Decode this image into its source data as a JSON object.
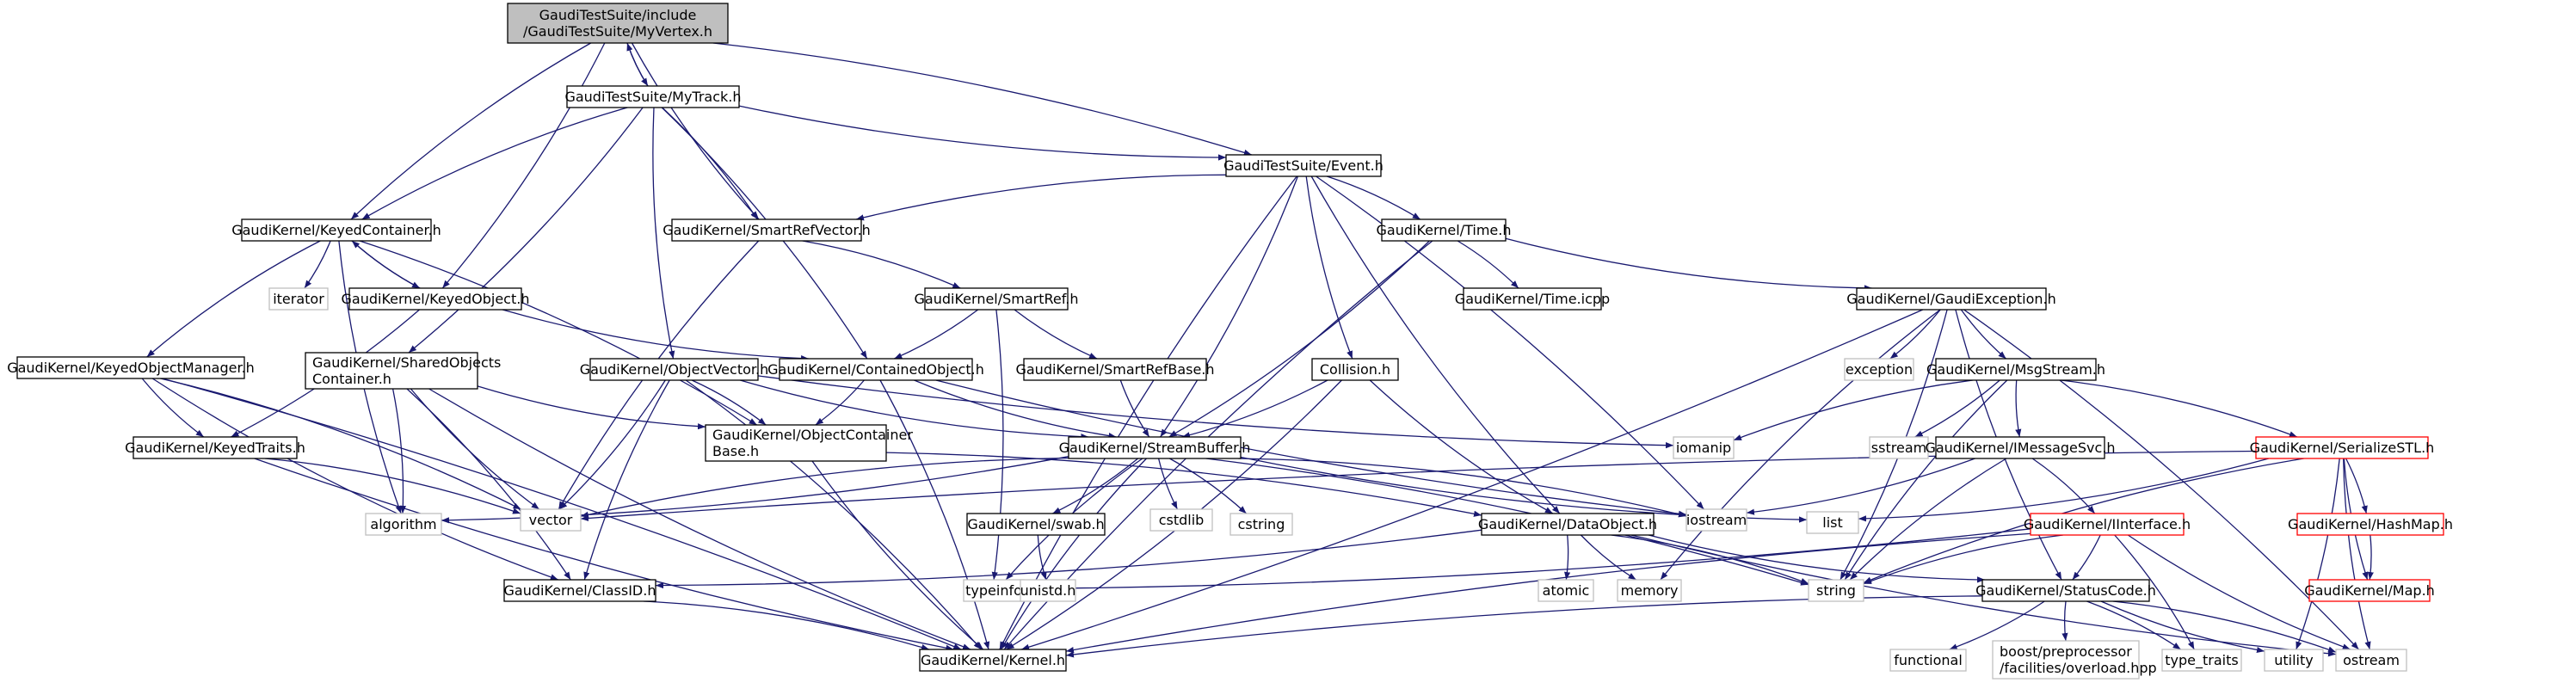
{
  "graph": {
    "nodes": [
      {
        "id": "myvertex",
        "lines": [
          "GaudiTestSuite/include",
          "/GaudiTestSuite/MyVertex.h"
        ],
        "style": "root"
      },
      {
        "id": "mytrack",
        "lines": [
          "GaudiTestSuite/MyTrack.h"
        ],
        "style": "normal"
      },
      {
        "id": "event",
        "lines": [
          "GaudiTestSuite/Event.h"
        ],
        "style": "normal"
      },
      {
        "id": "keyedcontainer",
        "lines": [
          "GaudiKernel/KeyedContainer.h"
        ],
        "style": "normal"
      },
      {
        "id": "smartrefvector",
        "lines": [
          "GaudiKernel/SmartRefVector.h"
        ],
        "style": "normal"
      },
      {
        "id": "time",
        "lines": [
          "GaudiKernel/Time.h"
        ],
        "style": "normal"
      },
      {
        "id": "iterator",
        "lines": [
          "iterator"
        ],
        "style": "external"
      },
      {
        "id": "keyedobject",
        "lines": [
          "GaudiKernel/KeyedObject.h"
        ],
        "style": "normal"
      },
      {
        "id": "smartref",
        "lines": [
          "GaudiKernel/SmartRef.h"
        ],
        "style": "normal"
      },
      {
        "id": "timeicpp",
        "lines": [
          "GaudiKernel/Time.icpp"
        ],
        "style": "normal"
      },
      {
        "id": "gaudiexception",
        "lines": [
          "GaudiKernel/GaudiException.h"
        ],
        "style": "normal"
      },
      {
        "id": "keyedobjectmanager",
        "lines": [
          "GaudiKernel/KeyedObjectManager.h"
        ],
        "style": "normal"
      },
      {
        "id": "sharedobjects",
        "lines": [
          "GaudiKernel/SharedObjects",
          "Container.h"
        ],
        "style": "normal"
      },
      {
        "id": "objectvector",
        "lines": [
          "GaudiKernel/ObjectVector.h"
        ],
        "style": "normal"
      },
      {
        "id": "containedobject",
        "lines": [
          "GaudiKernel/ContainedObject.h"
        ],
        "style": "normal"
      },
      {
        "id": "smartrefbase",
        "lines": [
          "GaudiKernel/SmartRefBase.h"
        ],
        "style": "normal"
      },
      {
        "id": "collision",
        "lines": [
          "Collision.h"
        ],
        "style": "normal"
      },
      {
        "id": "exception",
        "lines": [
          "exception"
        ],
        "style": "external"
      },
      {
        "id": "msgstream",
        "lines": [
          "GaudiKernel/MsgStream.h"
        ],
        "style": "normal"
      },
      {
        "id": "keyedtraits",
        "lines": [
          "GaudiKernel/KeyedTraits.h"
        ],
        "style": "normal"
      },
      {
        "id": "objectcontainerbase",
        "lines": [
          "GaudiKernel/ObjectContainer",
          "Base.h"
        ],
        "style": "normal"
      },
      {
        "id": "streambuffer",
        "lines": [
          "GaudiKernel/StreamBuffer.h"
        ],
        "style": "normal"
      },
      {
        "id": "iomanip",
        "lines": [
          "iomanip"
        ],
        "style": "external"
      },
      {
        "id": "sstream",
        "lines": [
          "sstream"
        ],
        "style": "external"
      },
      {
        "id": "imessagesvc",
        "lines": [
          "GaudiKernel/IMessageSvc.h"
        ],
        "style": "normal"
      },
      {
        "id": "serializestl",
        "lines": [
          "GaudiKernel/SerializeSTL.h"
        ],
        "style": "red"
      },
      {
        "id": "algorithm",
        "lines": [
          "algorithm"
        ],
        "style": "external"
      },
      {
        "id": "vector",
        "lines": [
          "vector"
        ],
        "style": "external"
      },
      {
        "id": "swab",
        "lines": [
          "GaudiKernel/swab.h"
        ],
        "style": "normal"
      },
      {
        "id": "cstdlib",
        "lines": [
          "cstdlib"
        ],
        "style": "external"
      },
      {
        "id": "cstring",
        "lines": [
          "cstring"
        ],
        "style": "external"
      },
      {
        "id": "dataobject",
        "lines": [
          "GaudiKernel/DataObject.h"
        ],
        "style": "normal"
      },
      {
        "id": "iostream",
        "lines": [
          "iostream"
        ],
        "style": "external"
      },
      {
        "id": "list",
        "lines": [
          "list"
        ],
        "style": "external"
      },
      {
        "id": "iinterface",
        "lines": [
          "GaudiKernel/IInterface.h"
        ],
        "style": "red"
      },
      {
        "id": "hashmap",
        "lines": [
          "GaudiKernel/HashMap.h"
        ],
        "style": "red"
      },
      {
        "id": "classid",
        "lines": [
          "GaudiKernel/ClassID.h"
        ],
        "style": "normal"
      },
      {
        "id": "typeinfo",
        "lines": [
          "typeinfo"
        ],
        "style": "external"
      },
      {
        "id": "unistd",
        "lines": [
          "unistd.h"
        ],
        "style": "external"
      },
      {
        "id": "atomic",
        "lines": [
          "atomic"
        ],
        "style": "external"
      },
      {
        "id": "memory",
        "lines": [
          "memory"
        ],
        "style": "external"
      },
      {
        "id": "string",
        "lines": [
          "string"
        ],
        "style": "external"
      },
      {
        "id": "statuscode",
        "lines": [
          "GaudiKernel/StatusCode.h"
        ],
        "style": "normal"
      },
      {
        "id": "map",
        "lines": [
          "GaudiKernel/Map.h"
        ],
        "style": "red"
      },
      {
        "id": "kernel",
        "lines": [
          "GaudiKernel/Kernel.h"
        ],
        "style": "normal"
      },
      {
        "id": "functional",
        "lines": [
          "functional"
        ],
        "style": "external"
      },
      {
        "id": "overload",
        "lines": [
          "boost/preprocessor",
          "/facilities/overload.hpp"
        ],
        "style": "external"
      },
      {
        "id": "typetraits",
        "lines": [
          "type_traits"
        ],
        "style": "external"
      },
      {
        "id": "utility",
        "lines": [
          "utility"
        ],
        "style": "external"
      },
      {
        "id": "ostream",
        "lines": [
          "ostream"
        ],
        "style": "external"
      }
    ],
    "edges": [
      [
        "myvertex",
        "mytrack"
      ],
      [
        "mytrack",
        "myvertex"
      ],
      [
        "myvertex",
        "keyedcontainer"
      ],
      [
        "myvertex",
        "keyedobject"
      ],
      [
        "myvertex",
        "smartrefvector"
      ],
      [
        "myvertex",
        "event"
      ],
      [
        "mytrack",
        "keyedcontainer"
      ],
      [
        "mytrack",
        "smartrefvector"
      ],
      [
        "mytrack",
        "event"
      ],
      [
        "mytrack",
        "sharedobjects"
      ],
      [
        "mytrack",
        "objectvector"
      ],
      [
        "mytrack",
        "containedobject"
      ],
      [
        "event",
        "smartrefvector"
      ],
      [
        "event",
        "time"
      ],
      [
        "event",
        "collision"
      ],
      [
        "event",
        "streambuffer"
      ],
      [
        "event",
        "dataobject"
      ],
      [
        "event",
        "iostream"
      ],
      [
        "event",
        "kernel"
      ],
      [
        "keyedcontainer",
        "iterator"
      ],
      [
        "keyedcontainer",
        "keyedobject"
      ],
      [
        "keyedobject",
        "keyedcontainer"
      ],
      [
        "keyedcontainer",
        "keyedobjectmanager"
      ],
      [
        "keyedcontainer",
        "objectcontainerbase"
      ],
      [
        "keyedcontainer",
        "algorithm"
      ],
      [
        "keyedobject",
        "keyedtraits"
      ],
      [
        "keyedobject",
        "containedobject"
      ],
      [
        "smartrefvector",
        "smartref"
      ],
      [
        "smartrefvector",
        "vector"
      ],
      [
        "smartref",
        "containedobject"
      ],
      [
        "smartref",
        "smartrefbase"
      ],
      [
        "smartref",
        "typeinfo"
      ],
      [
        "smartrefbase",
        "streambuffer"
      ],
      [
        "time",
        "timeicpp"
      ],
      [
        "time",
        "gaudiexception"
      ],
      [
        "time",
        "streambuffer"
      ],
      [
        "time",
        "kernel"
      ],
      [
        "gaudiexception",
        "exception"
      ],
      [
        "gaudiexception",
        "msgstream"
      ],
      [
        "gaudiexception",
        "string"
      ],
      [
        "gaudiexception",
        "statuscode"
      ],
      [
        "gaudiexception",
        "kernel"
      ],
      [
        "gaudiexception",
        "memory"
      ],
      [
        "gaudiexception",
        "ostream"
      ],
      [
        "keyedobjectmanager",
        "keyedtraits"
      ],
      [
        "keyedobjectmanager",
        "vector"
      ],
      [
        "keyedobjectmanager",
        "classid"
      ],
      [
        "keyedobjectmanager",
        "kernel"
      ],
      [
        "sharedobjects",
        "objectcontainerbase"
      ],
      [
        "sharedobjects",
        "algorithm"
      ],
      [
        "sharedobjects",
        "vector"
      ],
      [
        "sharedobjects",
        "classid"
      ],
      [
        "sharedobjects",
        "kernel"
      ],
      [
        "objectvector",
        "objectcontainerbase"
      ],
      [
        "objectvector",
        "streambuffer"
      ],
      [
        "objectvector",
        "vector"
      ],
      [
        "objectvector",
        "classid"
      ],
      [
        "objectvector",
        "kernel"
      ],
      [
        "objectvector",
        "iomanip"
      ],
      [
        "containedobject",
        "objectcontainerbase"
      ],
      [
        "containedobject",
        "streambuffer"
      ],
      [
        "containedobject",
        "kernel"
      ],
      [
        "containedobject",
        "iostream"
      ],
      [
        "collision",
        "streambuffer"
      ],
      [
        "collision",
        "dataobject"
      ],
      [
        "collision",
        "kernel"
      ],
      [
        "msgstream",
        "iomanip"
      ],
      [
        "msgstream",
        "sstream"
      ],
      [
        "msgstream",
        "imessagesvc"
      ],
      [
        "msgstream",
        "serializestl"
      ],
      [
        "msgstream",
        "string"
      ],
      [
        "keyedtraits",
        "vector"
      ],
      [
        "keyedtraits",
        "kernel"
      ],
      [
        "objectcontainerbase",
        "dataobject"
      ],
      [
        "objectcontainerbase",
        "kernel"
      ],
      [
        "streambuffer",
        "algorithm"
      ],
      [
        "streambuffer",
        "vector"
      ],
      [
        "streambuffer",
        "swab"
      ],
      [
        "streambuffer",
        "cstdlib"
      ],
      [
        "streambuffer",
        "cstring"
      ],
      [
        "streambuffer",
        "typeinfo"
      ],
      [
        "streambuffer",
        "string"
      ],
      [
        "streambuffer",
        "list"
      ],
      [
        "streambuffer",
        "iostream"
      ],
      [
        "streambuffer",
        "kernel"
      ],
      [
        "imessagesvc",
        "iostream"
      ],
      [
        "imessagesvc",
        "string"
      ],
      [
        "imessagesvc",
        "iinterface"
      ],
      [
        "serializestl",
        "vector"
      ],
      [
        "serializestl",
        "list"
      ],
      [
        "serializestl",
        "string"
      ],
      [
        "serializestl",
        "hashmap"
      ],
      [
        "serializestl",
        "map"
      ],
      [
        "serializestl",
        "utility"
      ],
      [
        "serializestl",
        "ostream"
      ],
      [
        "hashmap",
        "map"
      ],
      [
        "swab",
        "unistd"
      ],
      [
        "dataobject",
        "classid"
      ],
      [
        "dataobject",
        "statuscode"
      ],
      [
        "dataobject",
        "atomic"
      ],
      [
        "dataobject",
        "memory"
      ],
      [
        "dataobject",
        "string"
      ],
      [
        "dataobject",
        "ostream"
      ],
      [
        "iinterface",
        "typeinfo"
      ],
      [
        "iinterface",
        "string"
      ],
      [
        "iinterface",
        "statuscode"
      ],
      [
        "iinterface",
        "kernel"
      ],
      [
        "iinterface",
        "typetraits"
      ],
      [
        "iinterface",
        "ostream"
      ],
      [
        "classid",
        "kernel"
      ],
      [
        "statuscode",
        "kernel"
      ],
      [
        "statuscode",
        "functional"
      ],
      [
        "statuscode",
        "overload"
      ],
      [
        "statuscode",
        "typetraits"
      ],
      [
        "statuscode",
        "utility"
      ],
      [
        "statuscode",
        "ostream"
      ]
    ],
    "colors": {
      "edge": "#191970",
      "normal_border": "#000000",
      "root_fill": "#bfbfbf",
      "red_border": "#ff0000",
      "external_border": "#bfbfbf",
      "text": "#000000"
    }
  }
}
